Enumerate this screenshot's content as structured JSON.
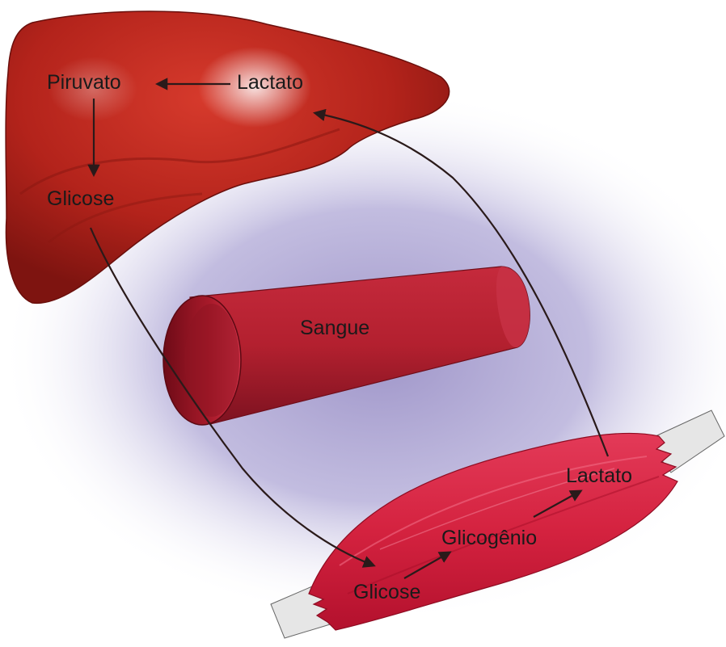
{
  "liver": {
    "piruvato": "Piruvato",
    "lactato": "Lactato",
    "glicose": "Glicose"
  },
  "vessel": {
    "label": "Sangue"
  },
  "muscle": {
    "lactato": "Lactato",
    "glicogenio": "Glicogênio",
    "glicose": "Glicose"
  },
  "colors": {
    "liver": "#b0221b",
    "vessel": "#c52a3c",
    "muscle": "#d8294a",
    "tendon": "#e4e4e4",
    "background_glow": "#a9a0cf",
    "arrow": "#2a1a1a"
  }
}
